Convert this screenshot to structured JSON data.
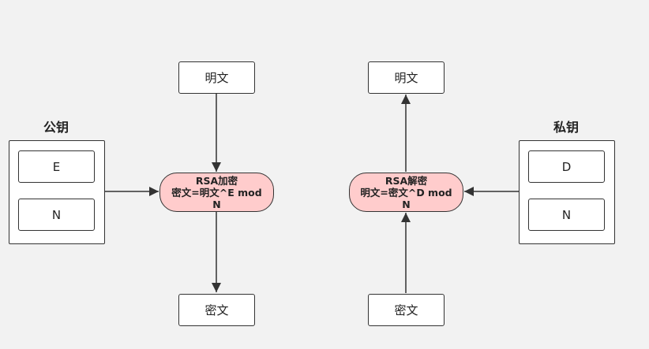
{
  "left": {
    "key_title": "公钥",
    "key_items": [
      "E",
      "N"
    ],
    "plaintext": "明文",
    "ciphertext": "密文",
    "process": {
      "title": "RSA加密",
      "formula_line1": "密文=明文^E mod",
      "formula_line2": "N"
    }
  },
  "right": {
    "key_title": "私钥",
    "key_items": [
      "D",
      "N"
    ],
    "plaintext": "明文",
    "ciphertext": "密文",
    "process": {
      "title": "RSA解密",
      "formula_line1": "明文=密文^D mod",
      "formula_line2": "N"
    }
  },
  "colors": {
    "background": "#f2f2f2",
    "box_fill": "#ffffff",
    "process_fill": "#ffcccc",
    "stroke": "#333333"
  }
}
